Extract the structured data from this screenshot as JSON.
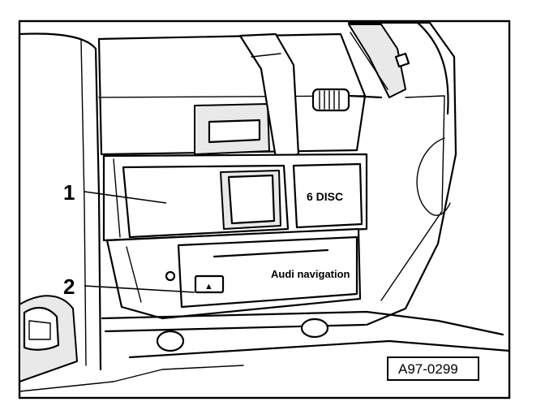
{
  "callouts": [
    {
      "number": "1"
    },
    {
      "number": "2"
    }
  ],
  "changer_label": "6 DISC",
  "nav_label": "Audi navigation",
  "reference_code": "A97-0299",
  "eject_symbol": "▲"
}
